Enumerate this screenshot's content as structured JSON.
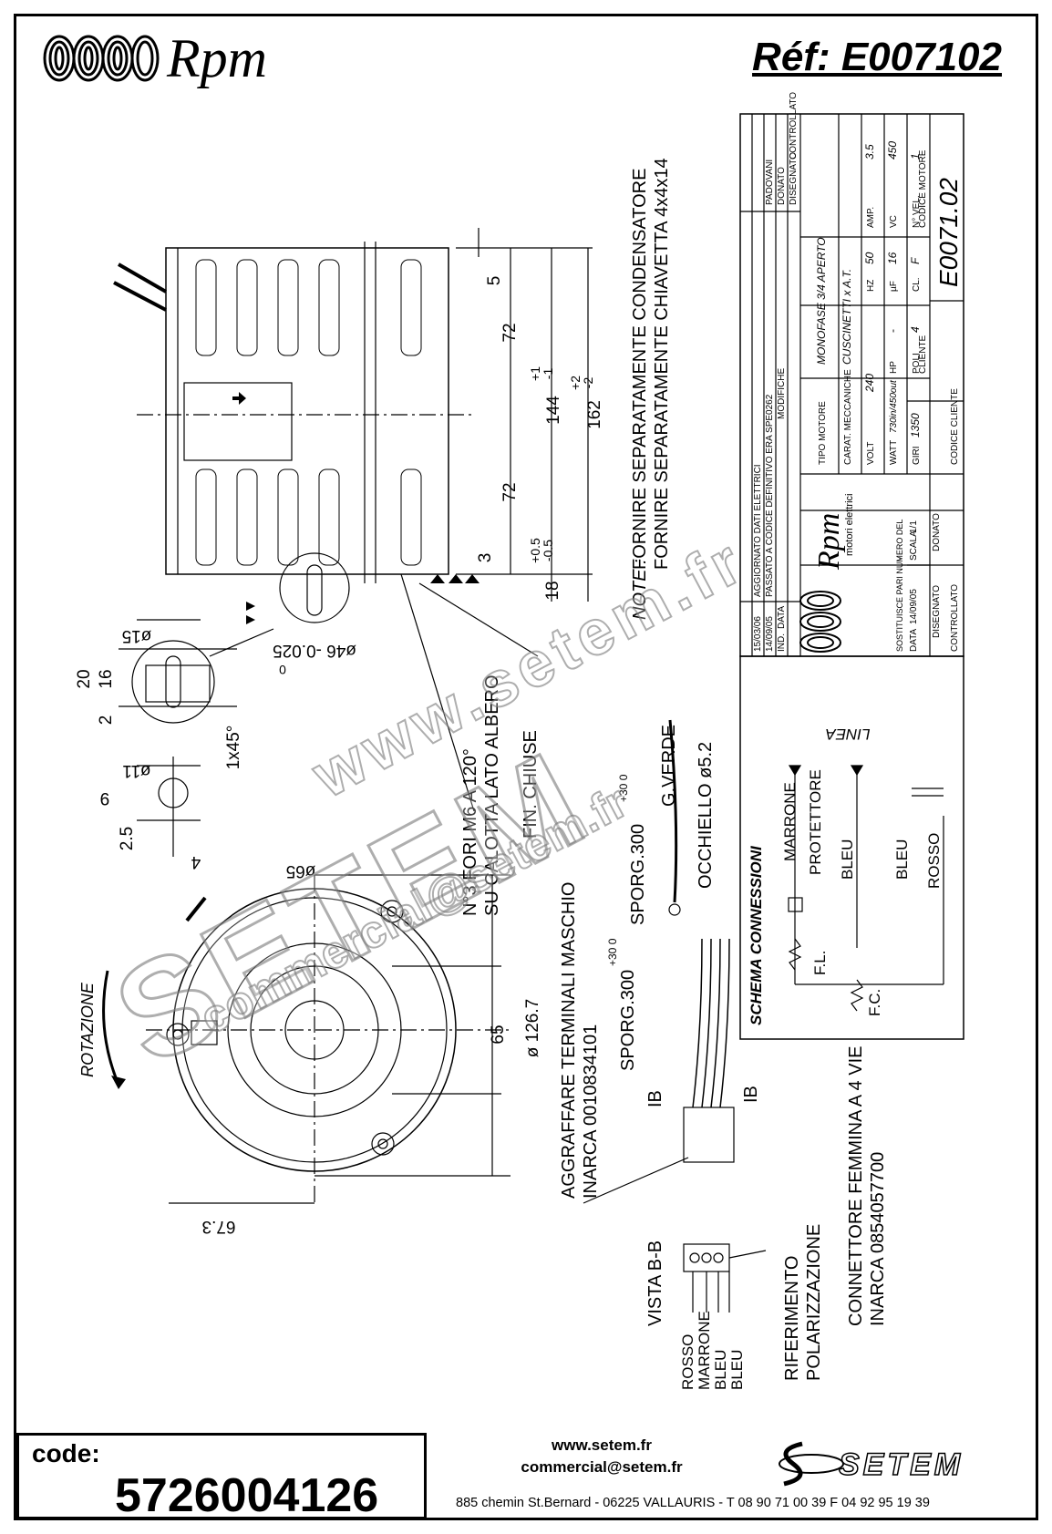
{
  "header": {
    "brand": "Rpm",
    "reference": "Réf:  E007102"
  },
  "drawing": {
    "dimensions": {
      "d5": "5",
      "d72a": "72",
      "d72b": "72",
      "d144": "144",
      "d144_tol_plus": "+1",
      "d144_tol_minus": "-1",
      "d162": "162",
      "d162_tol_plus": "+2",
      "d162_tol_minus": "-2",
      "d3": "3",
      "d18": "18",
      "d18_tol_plus": "+0.5",
      "d18_tol_minus": "-0.5",
      "shaft_dia": "ø46 -0.025",
      "shaft_dia_zero": "0",
      "phi15": "ø15",
      "d20": "20",
      "d16": "16",
      "d2": "2",
      "chamfer": "1x45°",
      "phi11": "ø11",
      "d9": "9",
      "d2_5": "2.5",
      "d4": "4",
      "phi65": "ø65",
      "d65": "65",
      "phi126": "ø 126.7",
      "d67": "67.3"
    },
    "notes": {
      "note_label": "NOTE :",
      "note1": "FORNIRE SEPARATAMENTE CONDENSATORE",
      "note2": "FORNIRE SEPARATAMENTE CHIAVETTA 4x4x14",
      "holes1": "N°3 FORI M6 A 120°",
      "holes2": "SU CALOTTA LATO ALBERO",
      "fin_chiuse": "FIN. CHIUSE",
      "rotation": "ROTAZIONE",
      "sporg1": "SPORG.300",
      "sporg1_tol": "+30 0",
      "g_verde": "G.VERDE",
      "occhiello": "OCCHIELLO ø5.2",
      "aggraffare1": "AGGRAFFARE TERMINALI MASCHIO",
      "aggraffare2": "INARCA 0010834101",
      "sporg2": "SPORG.300",
      "sporg2_tol": "+30 0",
      "ib1": "IB",
      "ib2": "IB",
      "vista": "VISTA B-B",
      "riferimento1": "RIFERIMENTO",
      "riferimento2": "POLARIZZAZIONE",
      "connettore1": "CONNETTORE FEMMINA A 4 VIE",
      "connettore2": "INARCA 0854057700",
      "wire_rosso": "ROSSO",
      "wire_marrone": "MARRONE",
      "wire_bleu1": "BLEU",
      "wire_bleu2": "BLEU"
    },
    "schema": {
      "title": "SCHEMA CONNESSIONI",
      "linea": "LINEA",
      "marrone": "MARRONE",
      "protettore": "PROTETTORE",
      "bleu1": "BLEU",
      "bleu2": "BLEU",
      "rosso": "ROSSO",
      "fl": "F.L.",
      "fc": "F.C."
    },
    "title_block": {
      "rev2_date": "15/03/06",
      "rev2_text": "AGGIORNATO DATI ELETTRICI",
      "rev1_date": "14/09/05",
      "rev1_text": "PASSATO A CODICE DEFINITIVO ERA SPE0262",
      "ind": "IND.",
      "data": "DATA",
      "modifiche": "MODIFICHE",
      "disegnato": "DISEGNATO",
      "controllato": "CONTROLLATO",
      "padovani": "PADOVANI",
      "donato": "DONATO",
      "tipo_motore_label": "TIPO MOTORE",
      "tipo_motore": "MONOFASE 3/4 APERTO",
      "carat_label": "CARAT. MECCANICHE",
      "carat": "CUSCINETTI x A.T.",
      "volt_label": "VOLT",
      "volt": "240",
      "hz_label": "HZ",
      "hz": "50",
      "amp_label": "AMP.",
      "amp": "3.5",
      "watt_label": "WATT",
      "watt": "730in/450out",
      "hp_label": "HP",
      "hp": "-",
      "uf_label": "µF",
      "uf": "16",
      "vc_label": "VC",
      "vc": "450",
      "giri_label": "GIRI",
      "giri": "1350",
      "poli_label": "POLI",
      "poli": "4",
      "cl_label": "CL.",
      "cl": "F",
      "vel_label": "N° VEL.",
      "vel": "1",
      "cliente_label": "CLIENTE",
      "codice_motore_label": "CODICE MOTORE",
      "codice_motore": "E0071.02",
      "codice_cliente_label": "CODICE CLIENTE",
      "sostituisce": "SOSTITUISCE PARI NUMERO DEL",
      "sost_val": "-",
      "data_label": "DATA",
      "data_val": "14/09/05",
      "scala_label": "SCALA",
      "scala": "1/1",
      "disegnato_label": "DISEGNATO",
      "disegnato_val": "DONATO",
      "controllato_label": "CONTROLLATO",
      "brand": "Rpm",
      "brand_sub": "motori elettrici"
    }
  },
  "watermark": {
    "url": "www.setem.fr",
    "big": "SETEM",
    "mail": "commercial@setem.fr"
  },
  "footer": {
    "code_label": "code:",
    "code_value": "5726004126",
    "website": "www.setem.fr",
    "email": "commercial@setem.fr",
    "address": "885 chemin St.Bernard  -  06225 VALLAURIS  -  T 08 90 71 00 39   F 04 92 95 19 39",
    "brand": "SETEM"
  }
}
